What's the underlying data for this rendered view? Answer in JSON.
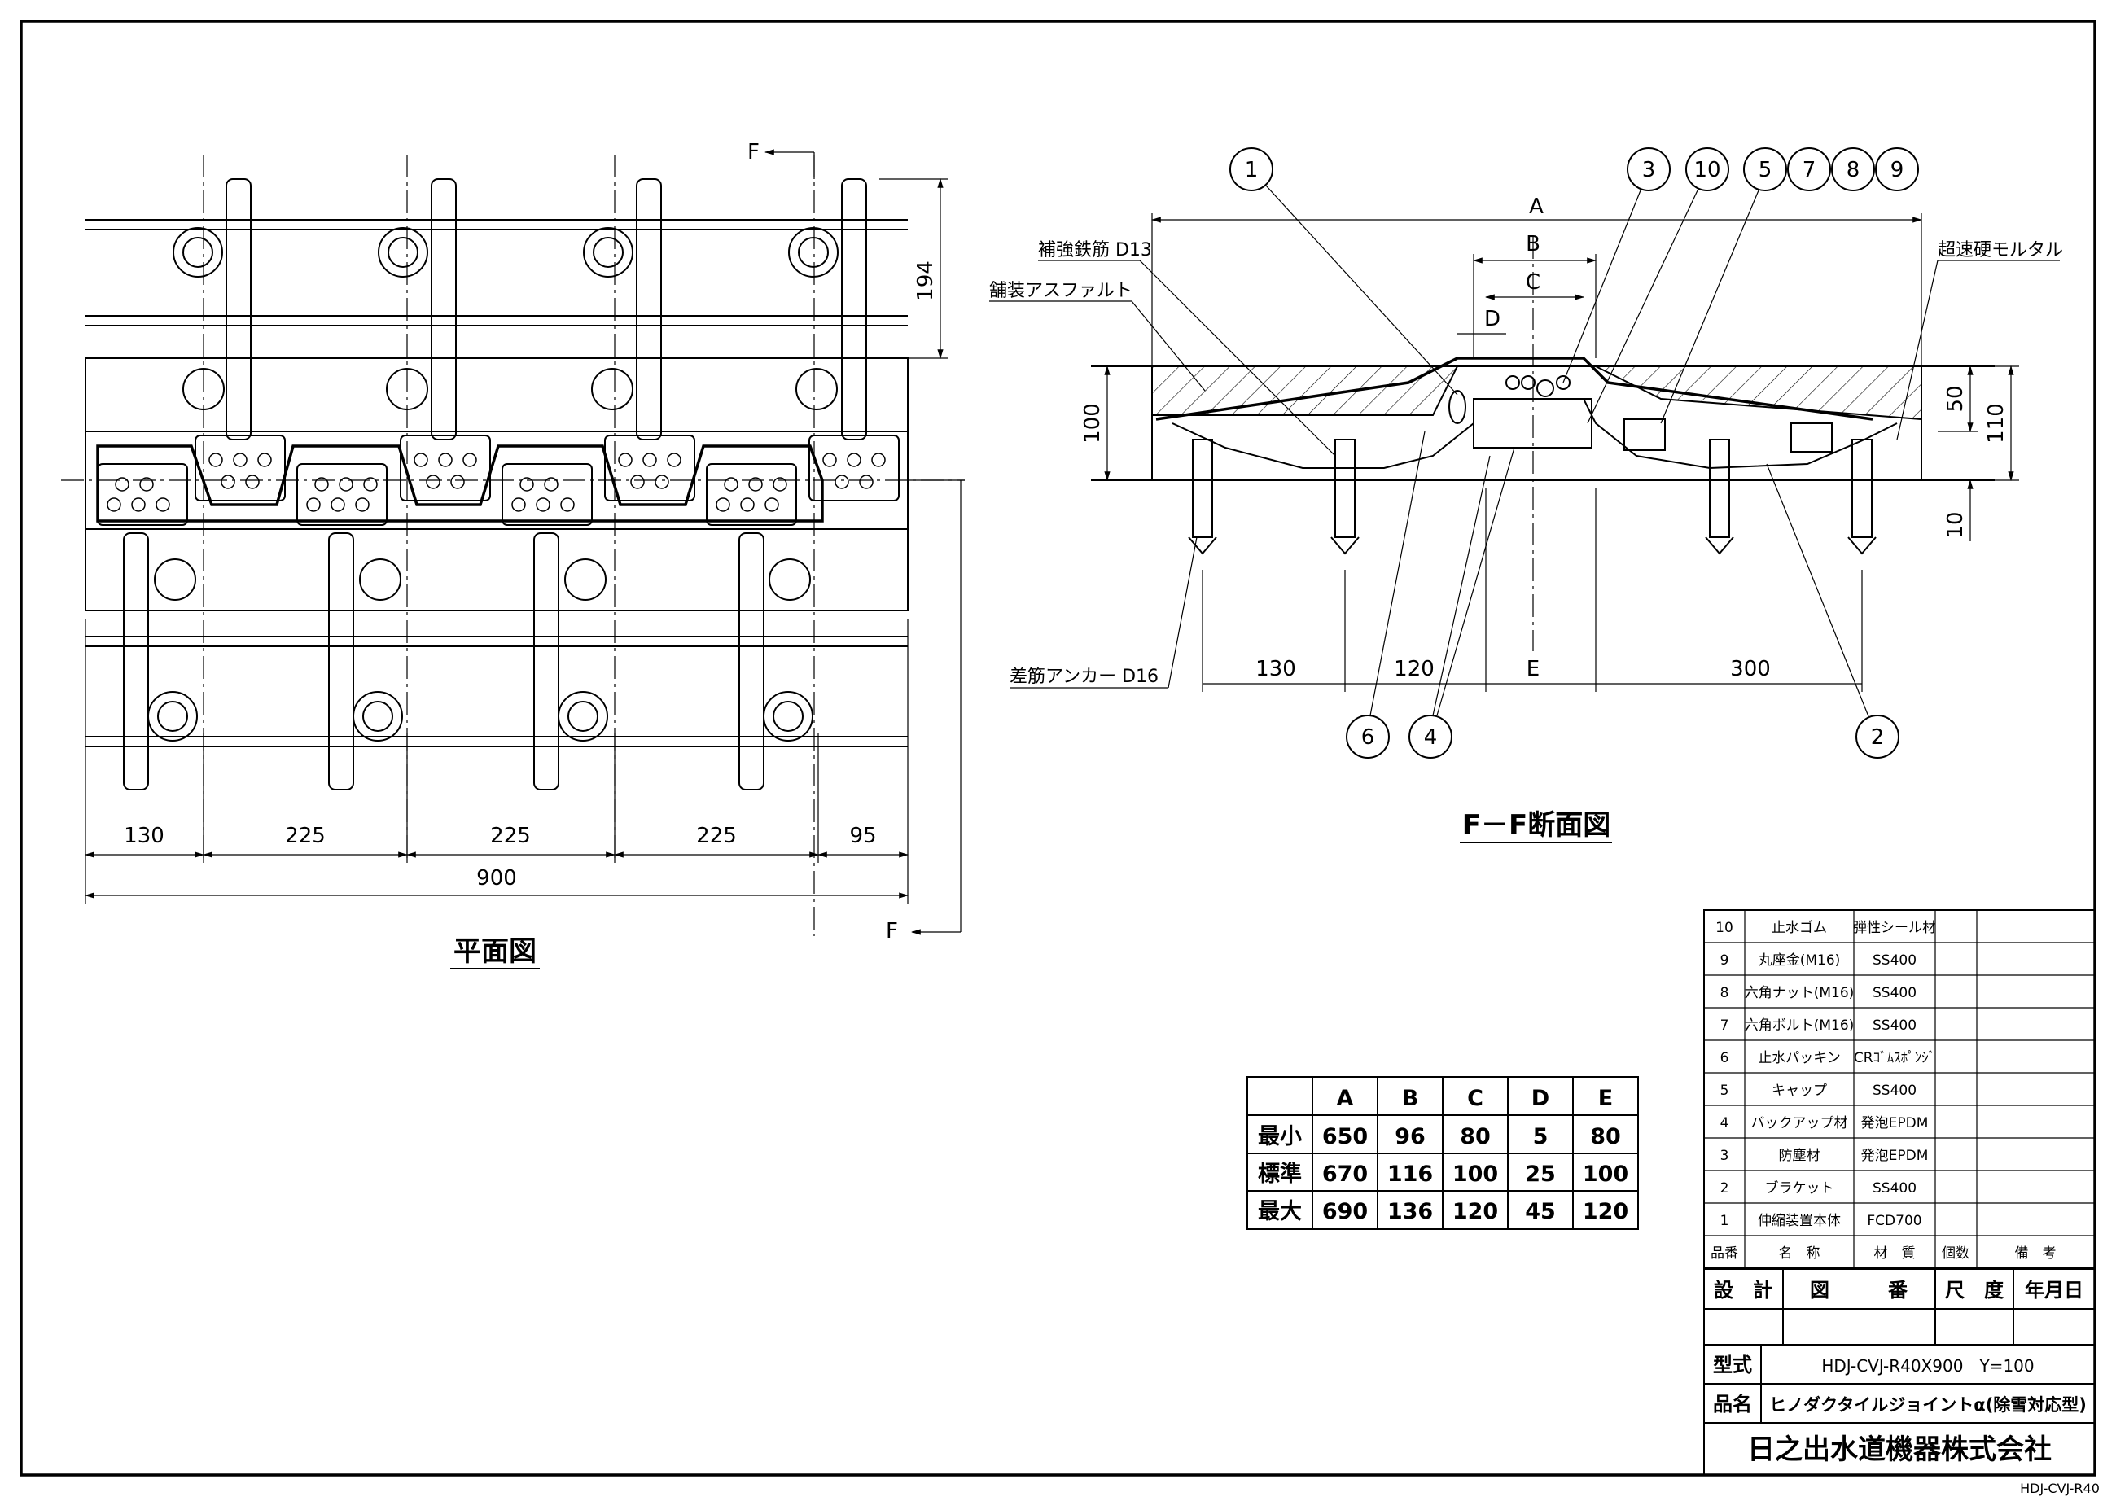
{
  "plan_view": {
    "title": "平面図",
    "section_mark_top": "F",
    "section_mark_bottom": "F",
    "dim_height": "194",
    "dims_bottom": [
      "130",
      "225",
      "225",
      "225",
      "95"
    ],
    "dim_total": "900"
  },
  "section_view": {
    "title": "F－F断面図",
    "dim_A": "A",
    "dim_B": "B",
    "dim_C": "C",
    "dim_D": "D",
    "dim_E": "E",
    "dim_100": "100",
    "dim_50": "50",
    "dim_110": "110",
    "dim_10": "10",
    "dims_bottom": [
      "130",
      "120",
      "E",
      "300"
    ],
    "labels": {
      "rebar": "補強鉄筋 D13",
      "asphalt": "舗装アスファルト",
      "mortar": "超速硬モルタル",
      "anchor": "差筋アンカー D16"
    },
    "balloons_top": [
      "1",
      "3",
      "10",
      "5",
      "7",
      "8",
      "9"
    ],
    "balloons_bottom": [
      "6",
      "4",
      "2"
    ]
  },
  "size_table": {
    "headers": [
      "",
      "A",
      "B",
      "C",
      "D",
      "E"
    ],
    "rows": [
      [
        "最小",
        "650",
        "96",
        "80",
        "5",
        "80"
      ],
      [
        "標準",
        "670",
        "116",
        "100",
        "25",
        "100"
      ],
      [
        "最大",
        "690",
        "136",
        "120",
        "45",
        "120"
      ]
    ]
  },
  "parts_table": {
    "rows": [
      [
        "10",
        "止水ゴム",
        "弾性シール材"
      ],
      [
        "9",
        "丸座金(M16)",
        "SS400"
      ],
      [
        "8",
        "六角ナット(M16)",
        "SS400"
      ],
      [
        "7",
        "六角ボルト(M16)",
        "SS400"
      ],
      [
        "6",
        "止水パッキン",
        "CRｺﾞﾑｽﾎﾟﾝｼﾞ"
      ],
      [
        "5",
        "キャップ",
        "SS400"
      ],
      [
        "4",
        "バックアップ材",
        "発泡EPDM"
      ],
      [
        "3",
        "防塵材",
        "発泡EPDM"
      ],
      [
        "2",
        "ブラケット",
        "SS400"
      ],
      [
        "1",
        "伸縮装置本体",
        "FCD700"
      ]
    ],
    "header": [
      "品番",
      "名　称",
      "材　質",
      "個数",
      "備　考"
    ]
  },
  "title_block": {
    "design": "設　計",
    "drawing_no": "図　　　番",
    "scale": "尺　度",
    "date": "年月日",
    "model_label": "型式",
    "model_value": "HDJ-CVJ-R40X900　Y=100",
    "name_label": "品名",
    "name_value": "ヒノダクタイルジョイントα(除雪対応型)",
    "company": "日之出水道機器株式会社"
  },
  "sheet_code": "HDJ-CVJ-R40"
}
